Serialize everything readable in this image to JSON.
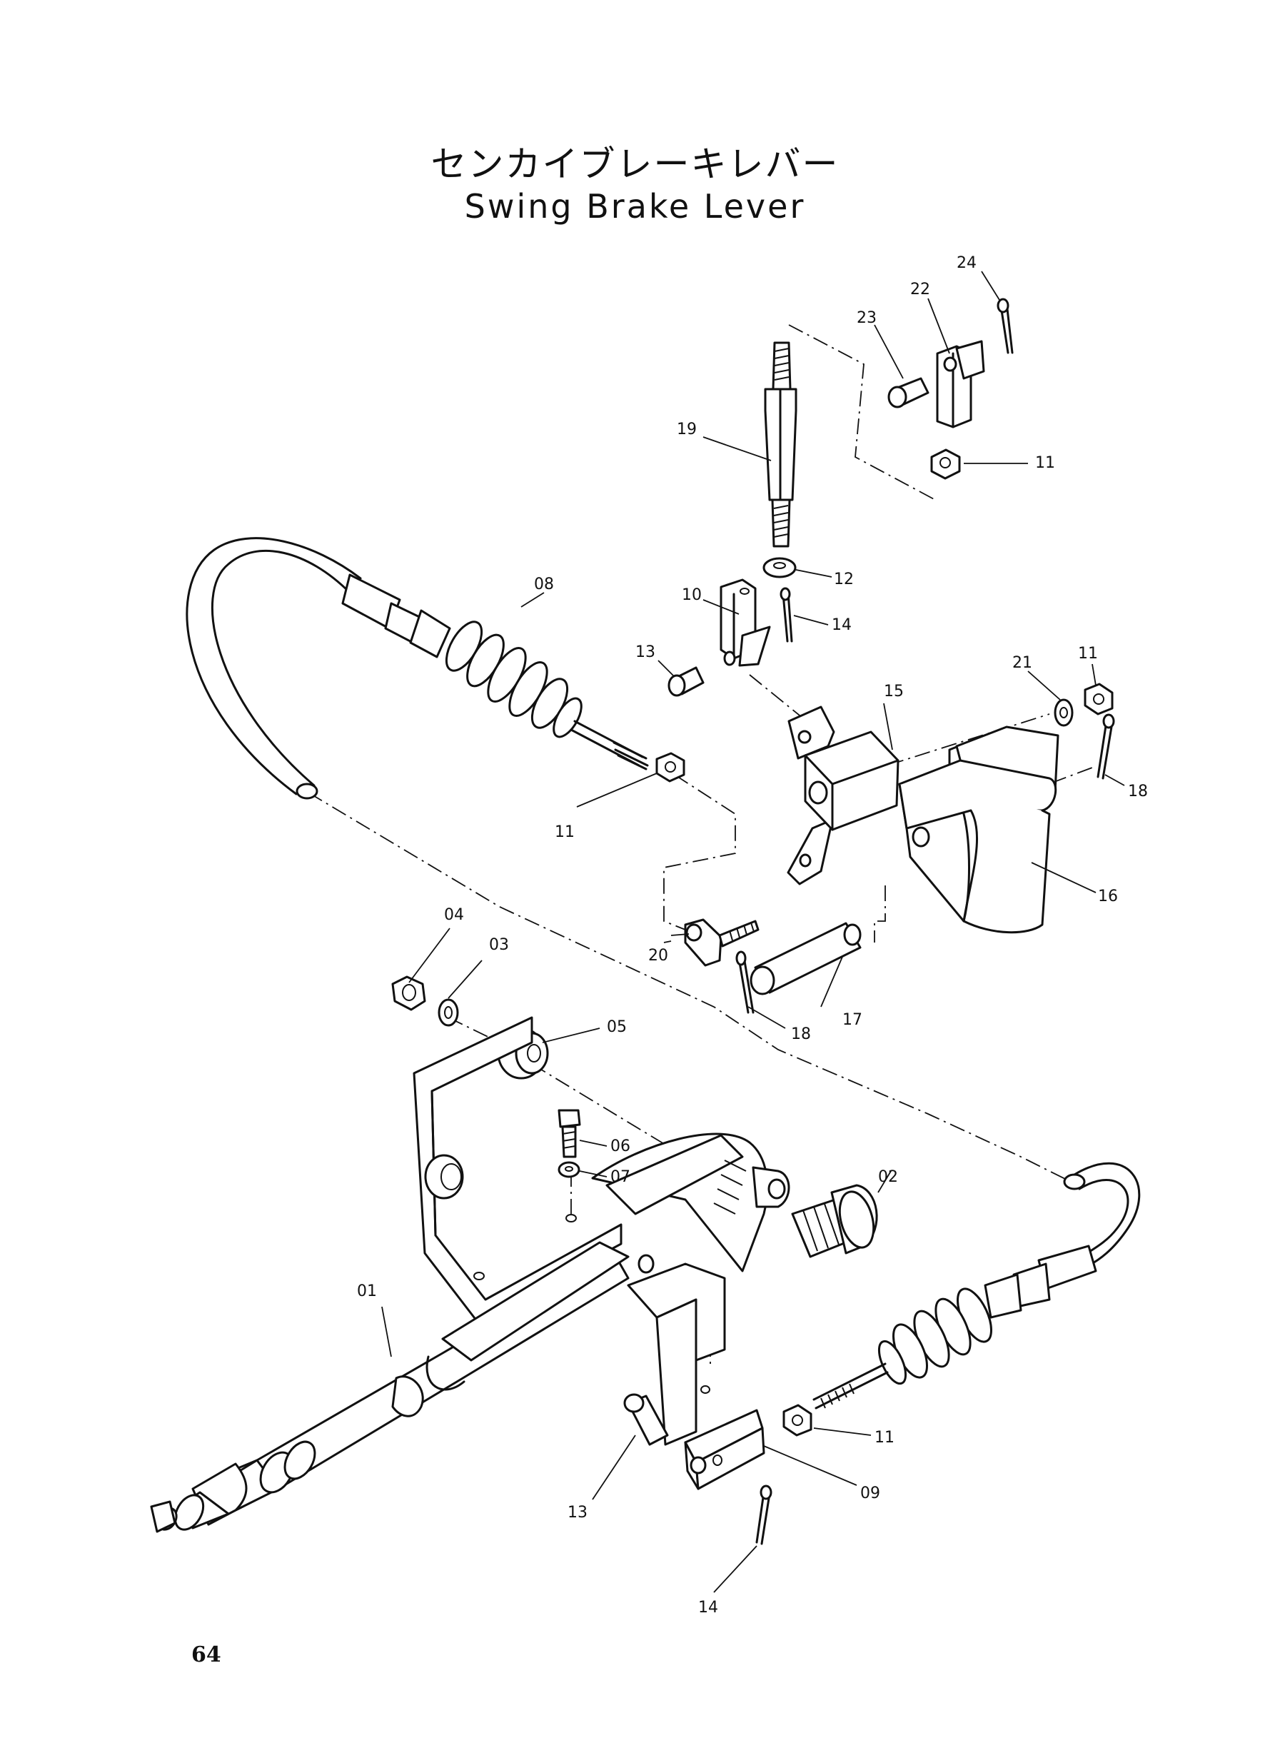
{
  "title_jp": "センカイブレーキレバー",
  "title_en": "Swing Brake Lever",
  "page_number": "64",
  "callouts": {
    "c01": "01",
    "c02": "02",
    "c03": "03",
    "c04": "04",
    "c05": "05",
    "c06": "06",
    "c07": "07",
    "c08": "08",
    "c09": "09",
    "c10": "10",
    "c11a": "11",
    "c11b": "11",
    "c11c": "11",
    "c11d": "11",
    "c12": "12",
    "c13a": "13",
    "c13b": "13",
    "c14a": "14",
    "c14b": "14",
    "c15": "15",
    "c16": "16",
    "c17": "17",
    "c18a": "18",
    "c18b": "18",
    "c19": "19",
    "c20": "20",
    "c21": "21",
    "c22": "22",
    "c23": "23",
    "c24": "24"
  }
}
